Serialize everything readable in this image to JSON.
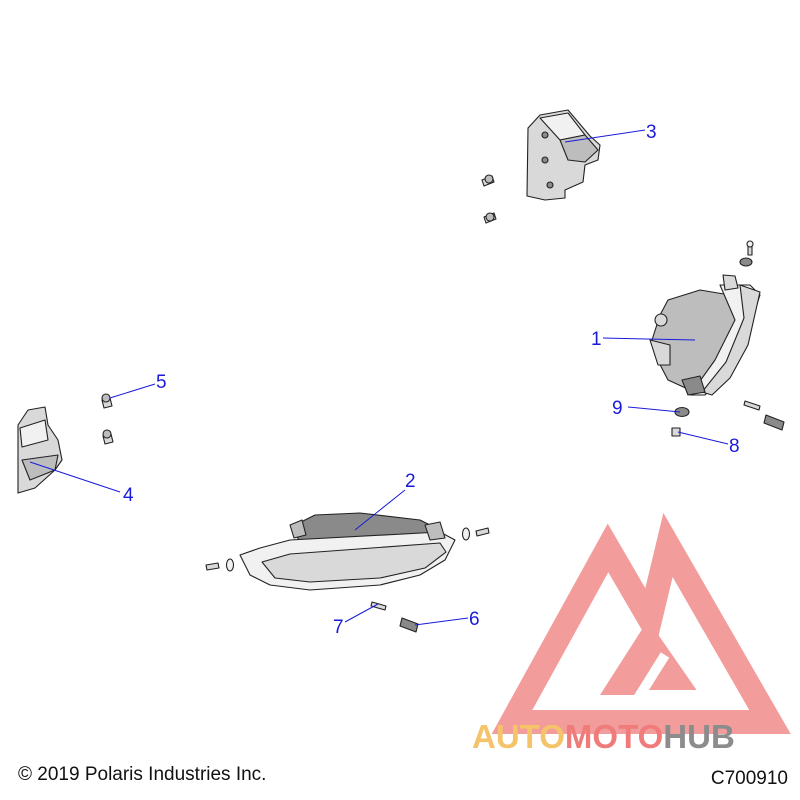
{
  "callouts": [
    {
      "id": "1",
      "label": "1"
    },
    {
      "id": "2",
      "label": "2"
    },
    {
      "id": "3",
      "label": "3"
    },
    {
      "id": "4",
      "label": "4"
    },
    {
      "id": "5",
      "label": "5"
    },
    {
      "id": "6",
      "label": "6"
    },
    {
      "id": "7",
      "label": "7"
    },
    {
      "id": "8",
      "label": "8"
    },
    {
      "id": "9",
      "label": "9"
    }
  ],
  "watermark": {
    "part1": "AUTO",
    "part2": "MOTO",
    "part3": "HUB",
    "color_orange": "#f4c36a",
    "color_red": "#ef7b7b",
    "color_gray": "#8c8c8c"
  },
  "footer": {
    "copyright": "© 2019 Polaris Industries Inc.",
    "code": "C700910"
  },
  "colors": {
    "callout": "#1a1adb"
  }
}
